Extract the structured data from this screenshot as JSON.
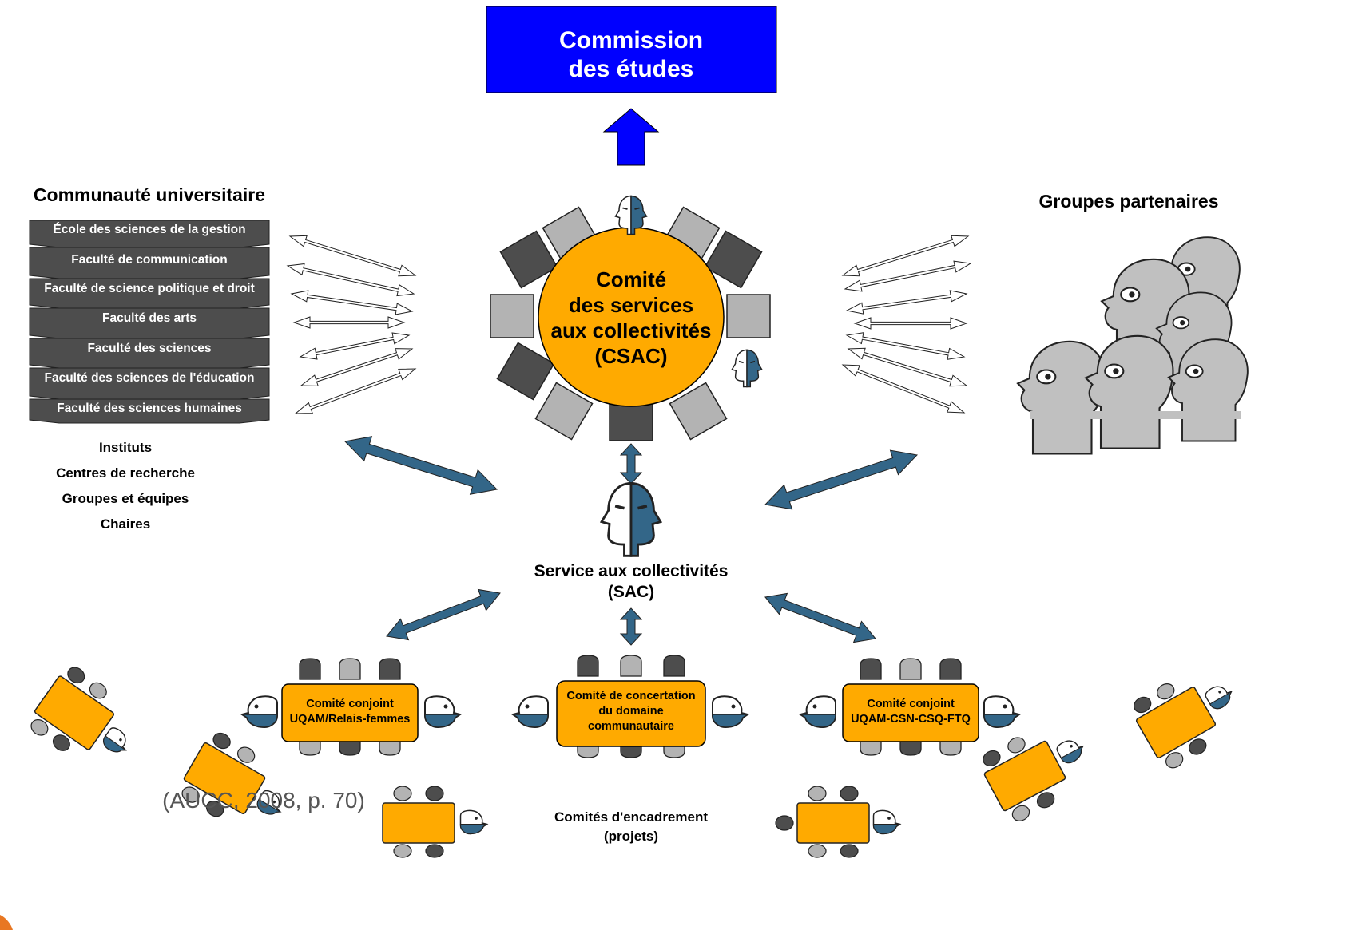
{
  "commission": {
    "line1": "Commission",
    "line2": "des études"
  },
  "community": {
    "title": "Communauté universitaire",
    "faculties": [
      "École des sciences de la gestion",
      "Faculté de communication",
      "Faculté de science politique et droit",
      "Faculté des arts",
      "Faculté des sciences",
      "Faculté des sciences de l'éducation",
      "Faculté des sciences humaines"
    ],
    "other_units": [
      "Instituts",
      "Centres de recherche",
      "Groupes et équipes",
      "Chaires"
    ]
  },
  "partners": {
    "title": "Groupes partenaires"
  },
  "csac": {
    "lines": [
      "Comité",
      "des services",
      "aux collectivités",
      "(CSAC)"
    ]
  },
  "sac": {
    "line1": "Service aux collectivités",
    "line2": "(SAC)"
  },
  "committees": {
    "relais": {
      "lines": [
        "Comité conjoint",
        "UQAM/Relais-femmes"
      ]
    },
    "concertation": {
      "lines": [
        "Comité de concertation",
        "du domaine",
        "communautaire"
      ]
    },
    "syndical": {
      "lines": [
        "Comité conjoint",
        "UQAM-CSN-CSQ-FTQ"
      ]
    }
  },
  "encadrement": {
    "line1": "Comités d'encadrement",
    "line2": "(projets)"
  },
  "citation": "(AUCC, 2008, p. 70)",
  "colors": {
    "commission_blue": "#0000ff",
    "orange": "#ffaa00",
    "steel_blue": "#336688",
    "dark_gray": "#4d4d4d",
    "light_gray": "#b3b3b3",
    "partner_gray": "#c0c0c0"
  }
}
